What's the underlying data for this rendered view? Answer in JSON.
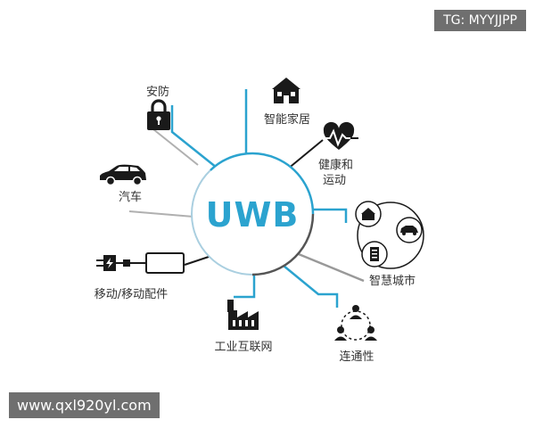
{
  "hub": {
    "label": "UWB"
  },
  "nodes": [
    {
      "id": "security",
      "label": "安防",
      "icon": "padlock-icon"
    },
    {
      "id": "smart-home",
      "label": "智能家居",
      "icon": "house-icon"
    },
    {
      "id": "health",
      "label_lines": [
        "健康和",
        "运动"
      ],
      "icon": "heart-pulse-icon"
    },
    {
      "id": "car",
      "label": "汽车",
      "icon": "car-icon"
    },
    {
      "id": "smart-city",
      "label": "智慧城市",
      "icon": "city-icon"
    },
    {
      "id": "mobile",
      "label": "移动/移动配件",
      "icon": "charger-phone-icon"
    },
    {
      "id": "iot",
      "label": "工业互联网",
      "icon": "factory-icon"
    },
    {
      "id": "connectivity",
      "label": "连通性",
      "icon": "people-network-icon"
    }
  ],
  "watermarks": {
    "top": "TG: MYYJJPP",
    "bottom": "www.qxl920yl.com"
  },
  "colors": {
    "accent": "#2ba3cf",
    "icon": "#1a1a1a",
    "line_gray": "#999999",
    "watermark_bg": "#6f6f6f"
  }
}
